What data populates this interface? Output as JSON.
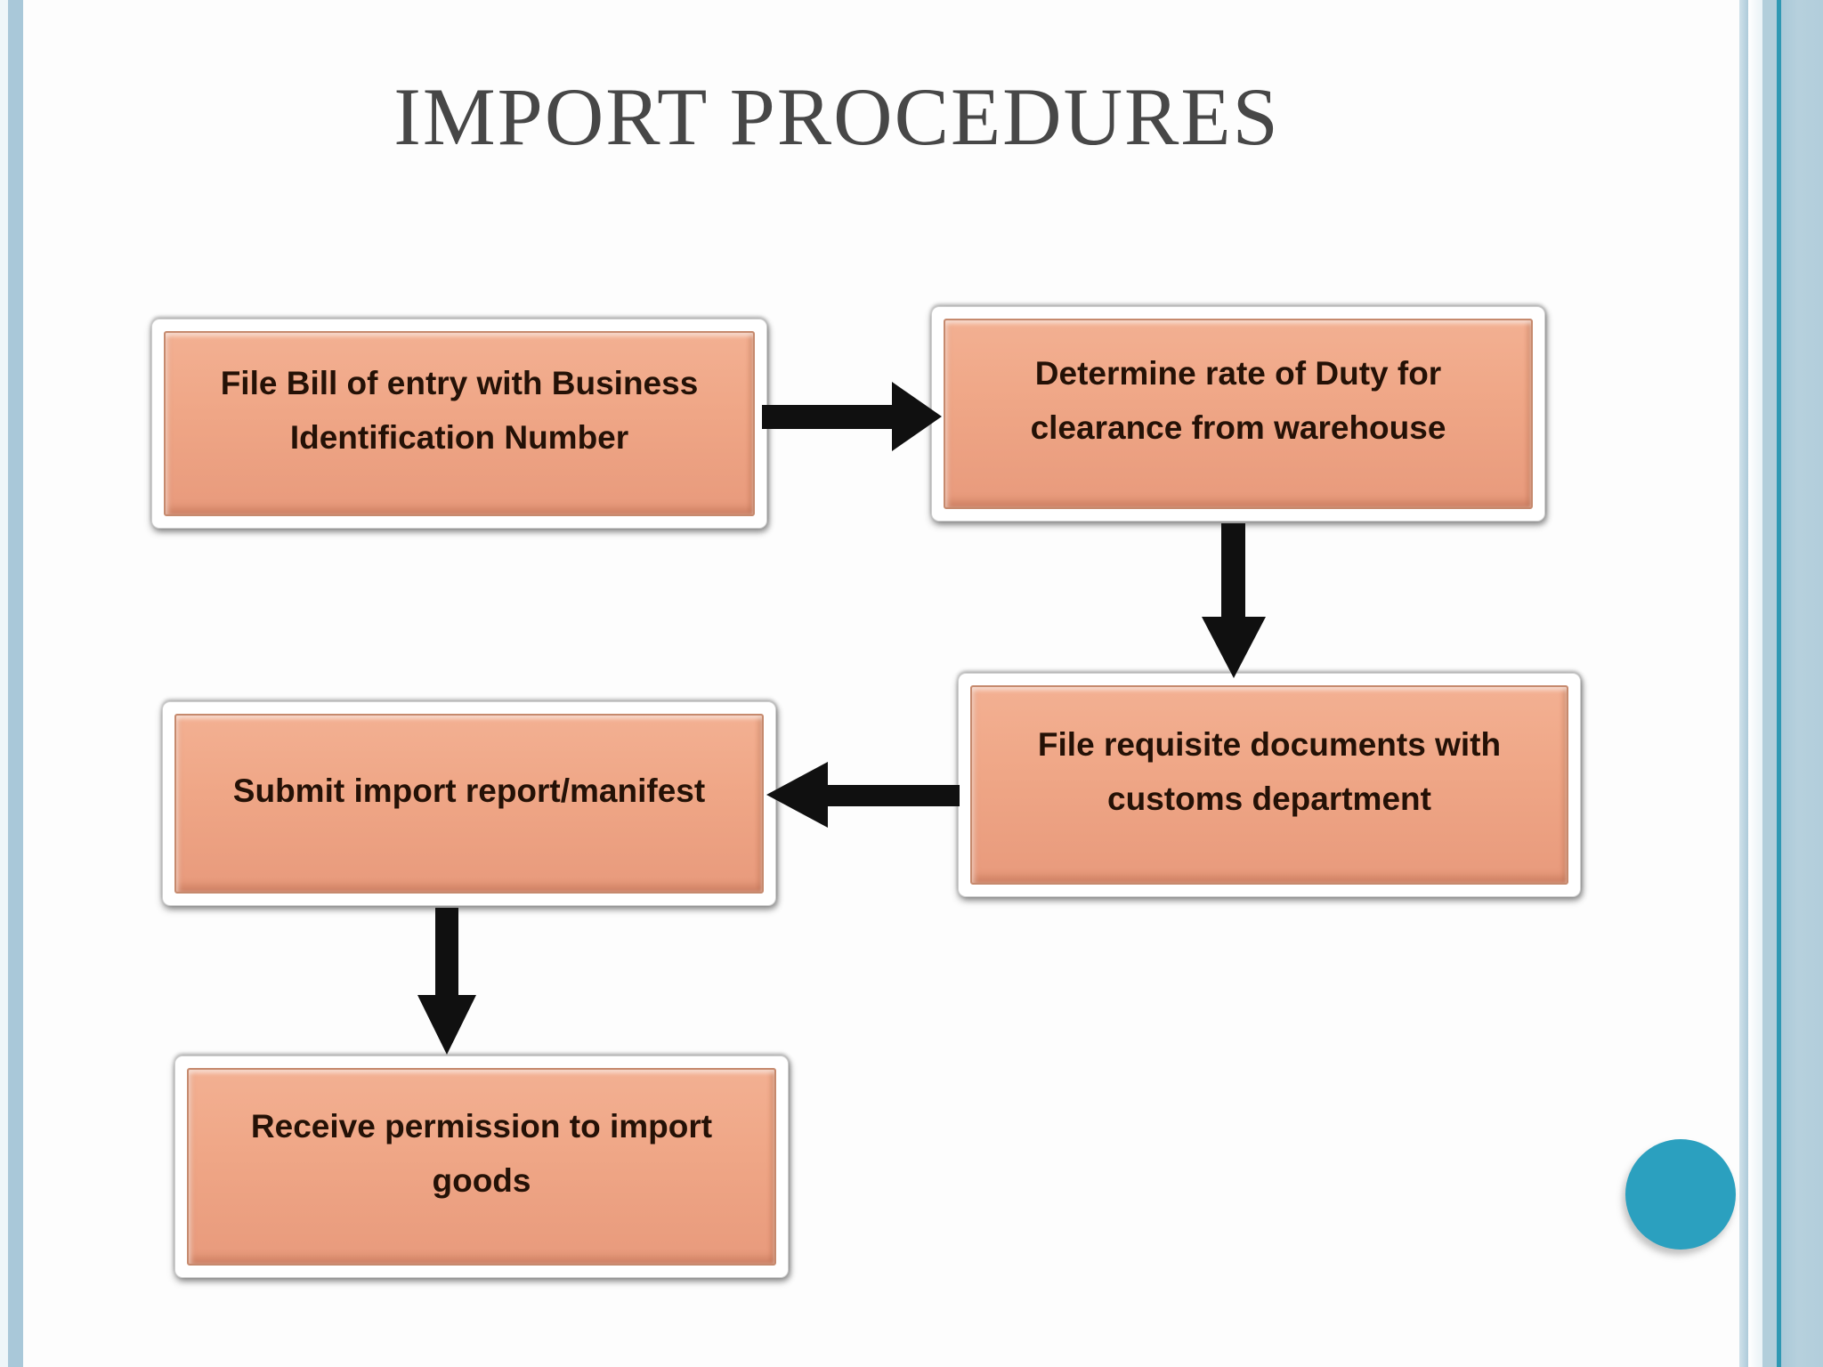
{
  "title": "IMPORT PROCEDURES",
  "diagram": {
    "type": "flowchart",
    "nodes": [
      {
        "id": "n1",
        "label": "File Bill of entry with Business Identification Number"
      },
      {
        "id": "n2",
        "label": "Determine rate of Duty for clearance from warehouse"
      },
      {
        "id": "n3",
        "label": "File requisite documents with customs department"
      },
      {
        "id": "n4",
        "label": "Submit import report/manifest"
      },
      {
        "id": "n5",
        "label": "Receive permission to import goods"
      }
    ],
    "edges": [
      {
        "from": "n1",
        "to": "n2",
        "direction": "right"
      },
      {
        "from": "n2",
        "to": "n3",
        "direction": "down"
      },
      {
        "from": "n3",
        "to": "n4",
        "direction": "left"
      },
      {
        "from": "n4",
        "to": "n5",
        "direction": "down"
      }
    ]
  },
  "colors": {
    "node_fill_top": "#f3b092",
    "node_fill_bottom": "#e89a7c",
    "node_border": "#c68a6e",
    "node_text": "#241106",
    "node_frame": "#ffffff",
    "arrow": "#101010",
    "title_text": "#474747",
    "side_bar_blue": "#a9c8d9",
    "right_accent_line": "#2f98b3",
    "accent_circle": "#2ba0bf",
    "background": "#fdfdfd"
  }
}
